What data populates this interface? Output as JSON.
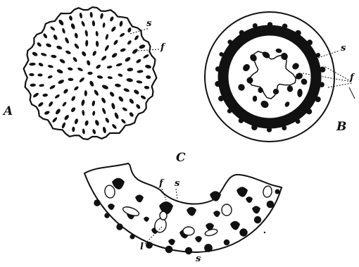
{
  "figure": {
    "panels": [
      {
        "id": "A",
        "letter": "A",
        "labels": [
          {
            "key": "s",
            "text": "s"
          },
          {
            "key": "f",
            "text": "f"
          }
        ]
      },
      {
        "id": "B",
        "letter": "B",
        "labels": [
          {
            "key": "s",
            "text": "s"
          },
          {
            "key": "f",
            "text": "f"
          }
        ]
      },
      {
        "id": "C",
        "letter": "C",
        "labels": [
          {
            "key": "f",
            "text": "f"
          },
          {
            "key": "s1",
            "text": "s"
          },
          {
            "key": "l",
            "text": "l"
          },
          {
            "key": "s2",
            "text": "s"
          }
        ]
      }
    ],
    "colors": {
      "ink": "#111111",
      "paper": "#ffffff"
    }
  }
}
